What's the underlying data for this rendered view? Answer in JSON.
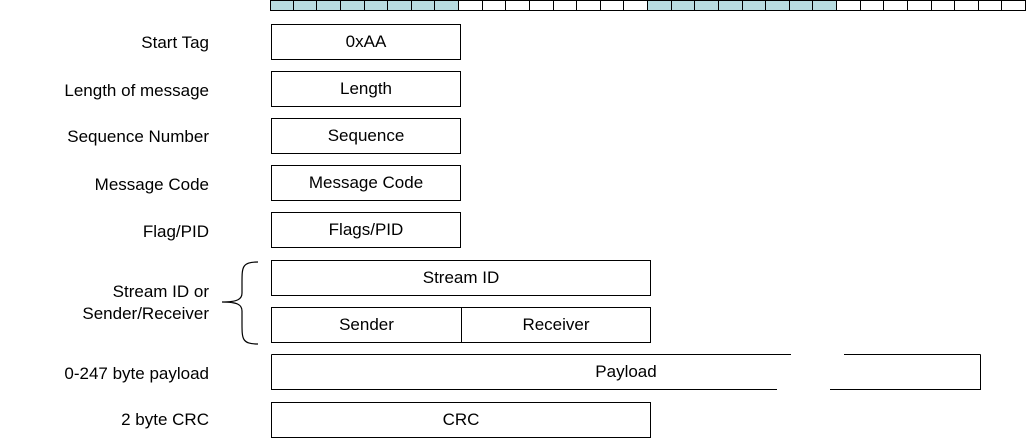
{
  "bit_ruler": {
    "cells": 32,
    "highlighted_ranges": [
      [
        0,
        7
      ],
      [
        16,
        23
      ]
    ],
    "highlight_color": "#b8dde1",
    "plain_color": "#ffffff"
  },
  "rows": {
    "start_tag": {
      "label": "Start Tag",
      "value": "0xAA"
    },
    "length": {
      "label": "Length of message",
      "value": "Length"
    },
    "sequence": {
      "label": "Sequence Number",
      "value": "Sequence"
    },
    "message_code": {
      "label": "Message Code",
      "value": "Message Code"
    },
    "flags": {
      "label": "Flag/PID",
      "value": "Flags/PID"
    },
    "stream": {
      "label_line1": "Stream ID or",
      "label_line2": "Sender/Receiver",
      "stream_id": "Stream ID",
      "sender": "Sender",
      "receiver": "Receiver"
    },
    "payload": {
      "label": "0-247 byte payload",
      "value": "Payload"
    },
    "crc": {
      "label": "2 byte CRC",
      "value": "CRC"
    }
  }
}
